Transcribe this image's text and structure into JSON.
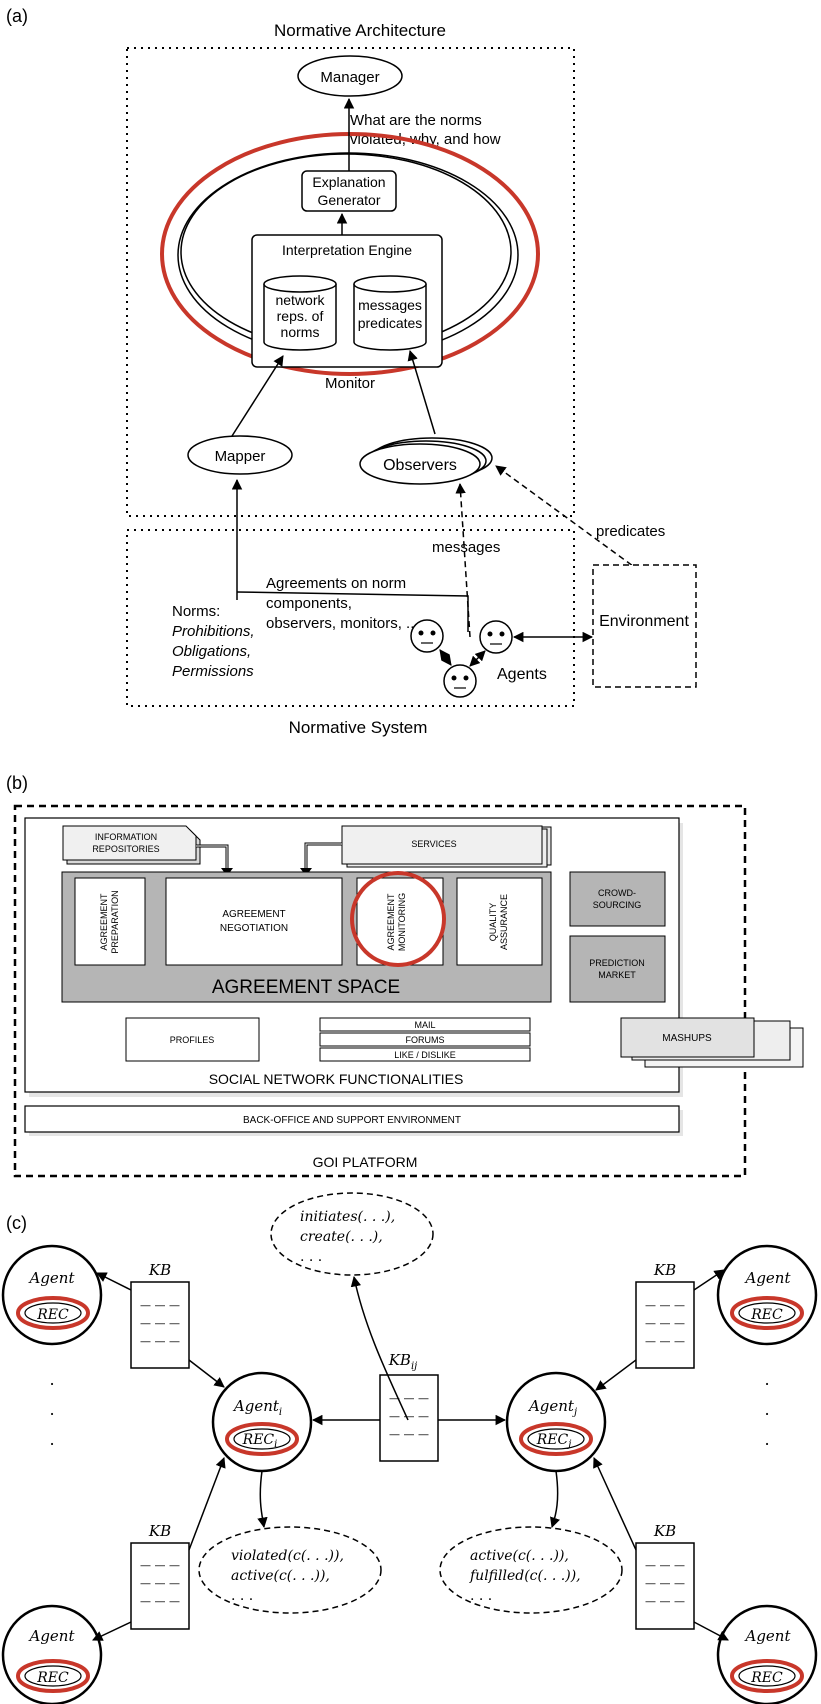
{
  "panel_a": {
    "label": "(a)",
    "title": "Normative Architecture",
    "manager": "Manager",
    "arrow_note": [
      "What are the norms",
      "violated, why, and how"
    ],
    "explanation_generator": [
      "Explanation",
      "Generator"
    ],
    "interpretation_engine": "Interpretation Engine",
    "network_db": [
      "network",
      "reps. of",
      "norms"
    ],
    "messages_db": [
      "messages",
      "predicates"
    ],
    "monitor": "Monitor",
    "mapper": "Mapper",
    "observers": "Observers",
    "messages_label": "messages",
    "predicates_label": "predicates",
    "agreements": [
      "Agreements on norm",
      "components,",
      "observers, monitors, ..."
    ],
    "norms_title": "Norms:",
    "norms_items": [
      "Prohibitions,",
      "Obligations,",
      "Permissions"
    ],
    "environment": "Environment",
    "agents": "Agents",
    "footer": "Normative System",
    "highlight_color": "#c8372a"
  },
  "panel_b": {
    "label": "(b)",
    "info_repos": [
      "INFORMATION",
      "REPOSITORIES"
    ],
    "services": "SERVICES",
    "agreement_preparation": [
      "AGREEMENT",
      "PREPARATION"
    ],
    "agreement_negotiation": [
      "AGREEMENT",
      "NEGOTIATION"
    ],
    "agreement_monitoring": [
      "AGREEMENT",
      "MONITORING"
    ],
    "quality_assurance": [
      "QUALITY",
      "ASSURANCE"
    ],
    "agreement_space": "AGREEMENT SPACE",
    "crowdsourcing": [
      "CROWD-",
      "SOURCING"
    ],
    "prediction_market": [
      "PREDICTION",
      "MARKET"
    ],
    "profiles": "PROFILES",
    "mail": "MAIL",
    "forums": "FORUMS",
    "like_dislike": "LIKE / DISLIKE",
    "mashups": "MASHUPS",
    "social_network": "SOCIAL NETWORK FUNCTIONALITIES",
    "back_office": "BACK-OFFICE AND SUPPORT ENVIRONMENT",
    "platform": "GOI PLATFORM",
    "space_fill": "#b5b5b5"
  },
  "panel_c": {
    "label": "(c)",
    "agent": "Agent",
    "rec": "REC",
    "agent_i": "Agent",
    "agent_i_sub": "i",
    "agent_j": "Agent",
    "agent_j_sub": "j",
    "rec_i": "REC",
    "rec_i_sub": "i",
    "rec_j": "REC",
    "rec_j_sub": "j",
    "kb": "KB",
    "kb_ij": "KB",
    "kb_ij_sub": "ij",
    "kb_lines": "— — —",
    "top_bubble": [
      "initiates(. . .),",
      "create(. . .),",
      ". . ."
    ],
    "left_bubble": [
      "violated(c(. . .)),",
      "active(c(. . .)),",
      ". . ."
    ],
    "right_bubble": [
      "active(c(. . .)),",
      "fulfilled(c(. . .)),",
      ". . ."
    ],
    "dots": "."
  }
}
